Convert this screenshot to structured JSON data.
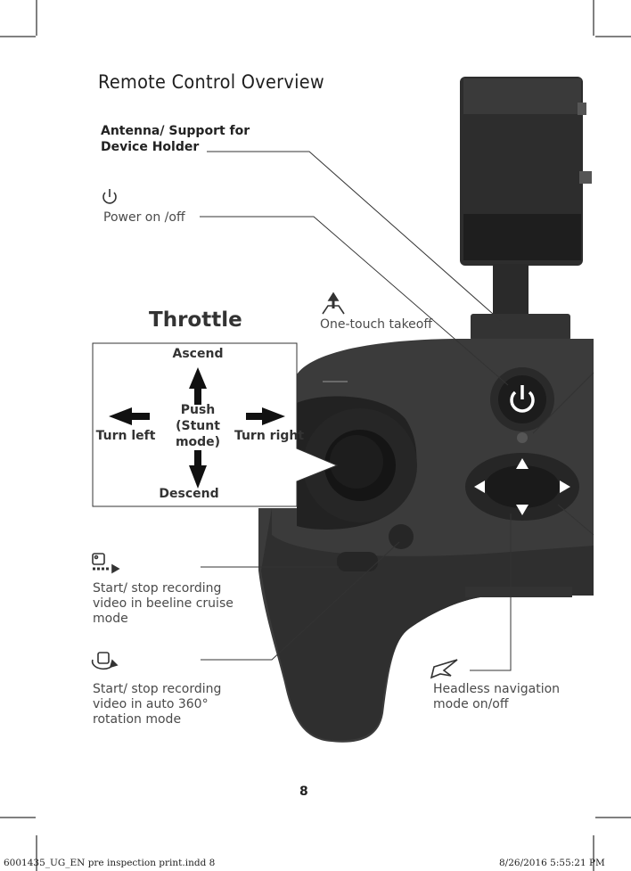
{
  "page": {
    "title": "Remote Control Overview",
    "page_number": "8",
    "footer_left": "6001435_UG_EN pre inspection print.indd   8",
    "footer_right": "8/26/2016   5:55:21 PM"
  },
  "callouts": {
    "antenna": "Antenna/ Support for Device Holder",
    "power": "Power on /off",
    "takeoff": "One-touch takeoff",
    "record_cruise": "Start/ stop recording video in beeline cruise mode",
    "record_rotation": "Start/ stop recording video in auto 360° rotation mode",
    "headless": "Headless navigation mode on/off"
  },
  "throttle": {
    "title": "Throttle",
    "ascend": "Ascend",
    "descend": "Descend",
    "turn_left": "Turn left",
    "turn_right": "Turn right",
    "push_line1": "Push",
    "push_line2": "(Stunt",
    "push_line3": "mode)"
  },
  "icons": {
    "power": "power-icon",
    "takeoff": "takeoff-icon",
    "cruise": "beeline-cruise-video-icon",
    "rotation": "rotation-360-video-icon",
    "headless": "headless-plane-icon"
  },
  "colors": {
    "controller": "#3a3a3a",
    "holder": "#2b2b2b",
    "text": "#4a4a4a"
  }
}
